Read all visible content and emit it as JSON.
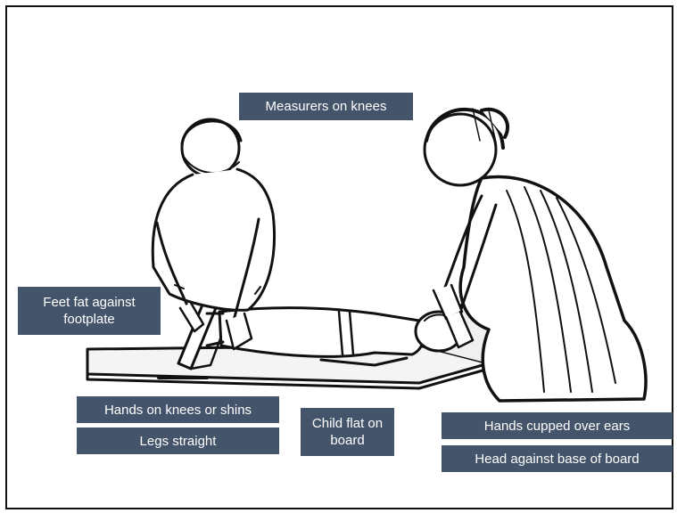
{
  "labels": {
    "measurers": "Measurers on knees",
    "feet": "Feet fat against footplate",
    "hands_knees": "Hands on knees or shins",
    "legs": "Legs straight",
    "child_flat": "Child flat on board",
    "hands_ears": "Hands cupped over ears",
    "head_board": "Head against base of board"
  },
  "colors": {
    "label_bg": "#44546a",
    "label_text": "#ffffff",
    "line": "#111111"
  }
}
